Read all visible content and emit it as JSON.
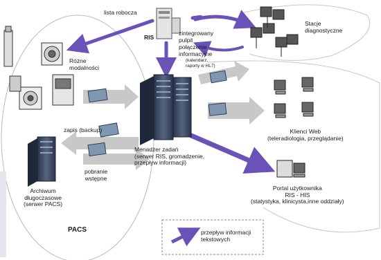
{
  "labels": {
    "worklist": "lista robocza",
    "ris": "RIS",
    "integrated_desktop": "zintegrowany\npulpit",
    "info_link": "połączenie\ninformacyjne",
    "info_link_detail": "(kalendarz,\nraporty w HL7)",
    "diag_stations": "Stacje\ndiagnostyczne",
    "modalities": "Różne\nmodalności",
    "backup": "zapis (backup)",
    "prefetch": "pobranie\nwstępne",
    "archive": "Archiwum\ndługoczasowe\n(serwer PACS)",
    "manager": "Menadżer zadań\n(serwer RIS, gromadzenie,\nprzepływ informacji)",
    "web_clients": "Klienci Web\n(teleradiologia, przeglądanie)",
    "portal": "Portal użytkownika\nRIS - HIS\n(statystyka, klinicysta,inne oddziały)",
    "pacs": "PACS",
    "legend": "przepływ informacji\ntekstowych"
  },
  "colors": {
    "arrow_purple": "#6a52b8",
    "arrow_gray": "#c4c4c4",
    "server": "#3c4a66",
    "film": "#607a94"
  },
  "icons": [
    "server-icon",
    "workstation-icon",
    "modality-icon",
    "film-icon",
    "monitor-icon"
  ]
}
